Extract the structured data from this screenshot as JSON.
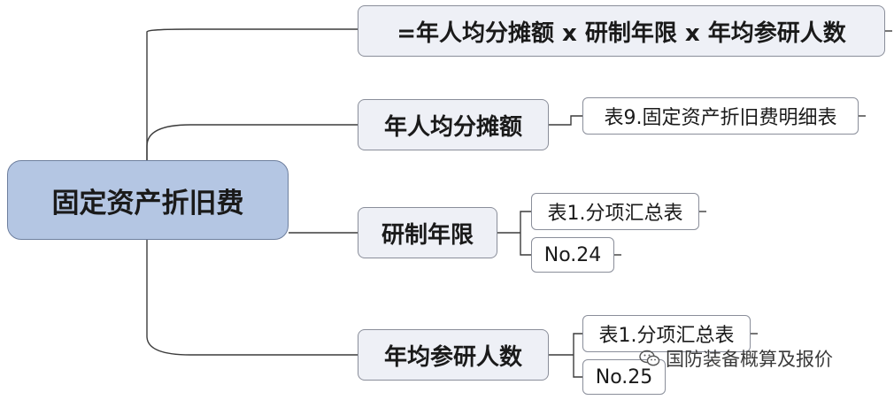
{
  "root": {
    "label": "固定资产折旧费"
  },
  "branches": {
    "formula": {
      "label": "=年人均分摊额 x 研制年限 x 年均参研人数"
    },
    "annual_share": {
      "label": "年人均分摊额",
      "children": [
        "表9.固定资产折旧费明细表"
      ]
    },
    "years": {
      "label": "研制年限",
      "children": [
        "表1.分项汇总表",
        "No.24"
      ]
    },
    "staff": {
      "label": "年均参研人数",
      "children": [
        "表1.分项汇总表",
        "No.25"
      ]
    }
  },
  "watermark": {
    "text": "国防装备概算及报价",
    "icon": "wechat-icon"
  },
  "colors": {
    "root_fill": "#b4c6e3",
    "branch_fill": "#eef0f6",
    "line": "#3c3c3c"
  }
}
